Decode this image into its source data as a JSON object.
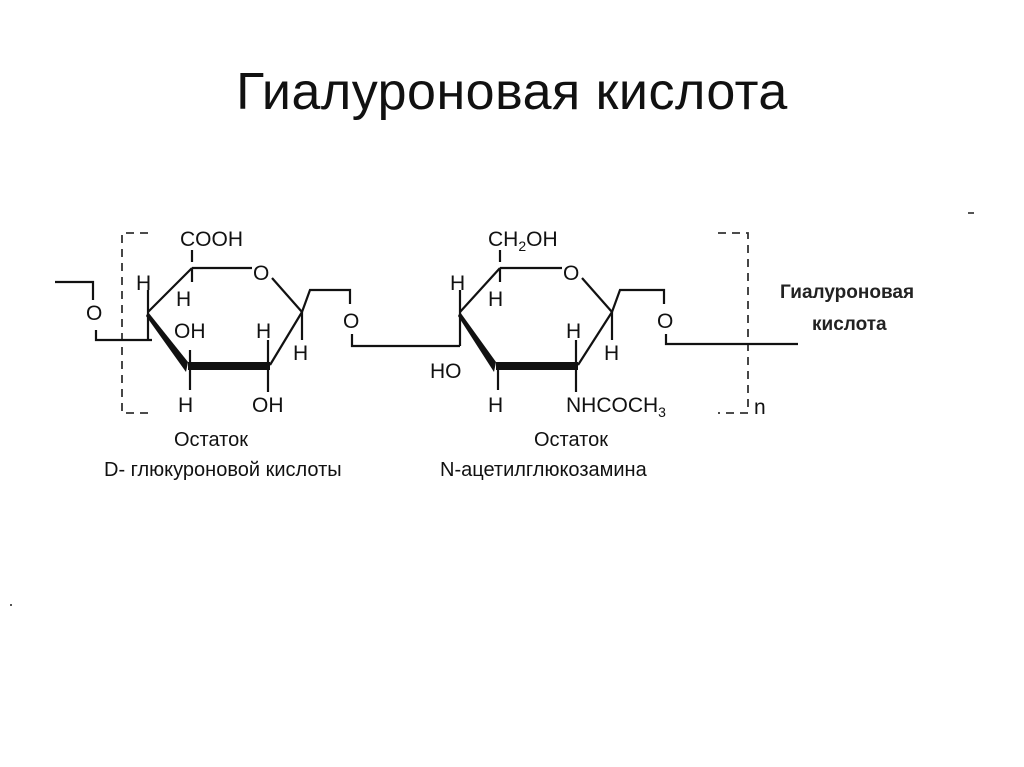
{
  "title": "Гиалуроновая кислота",
  "left_residue": {
    "top_group": "COOH",
    "ring_o": "O",
    "h_left_upper": "H",
    "h_inner_upper": "H",
    "oh_inner": "OH",
    "h_inner_right": "H",
    "h_right_lower": "H",
    "h_bottom_left": "H",
    "oh_bottom_right": "OH",
    "caption_line1": "Остаток",
    "caption_line2": "D- глюкуроновой кислоты"
  },
  "right_residue": {
    "top_group_main": "CH",
    "top_group_sub": "2",
    "top_group_tail": "OH",
    "ring_o": "O",
    "h_left_upper": "H",
    "h_inner_upper": "H",
    "h_inner_right": "H",
    "h_right_lower": "H",
    "ho_left": "HO",
    "h_bottom_left": "H",
    "nhcoch_main": "NHCOCH",
    "nhcoch_sub": "3",
    "caption_line1": "Остаток",
    "caption_line2": "N-ацетилглюкозамина"
  },
  "glycosidic_o_left": "O",
  "glycosidic_o_middle": "O",
  "glycosidic_o_right": "O",
  "repeat_index": "n",
  "side_label_line1": "Гиалуроновая",
  "side_label_line2": "кислота"
}
